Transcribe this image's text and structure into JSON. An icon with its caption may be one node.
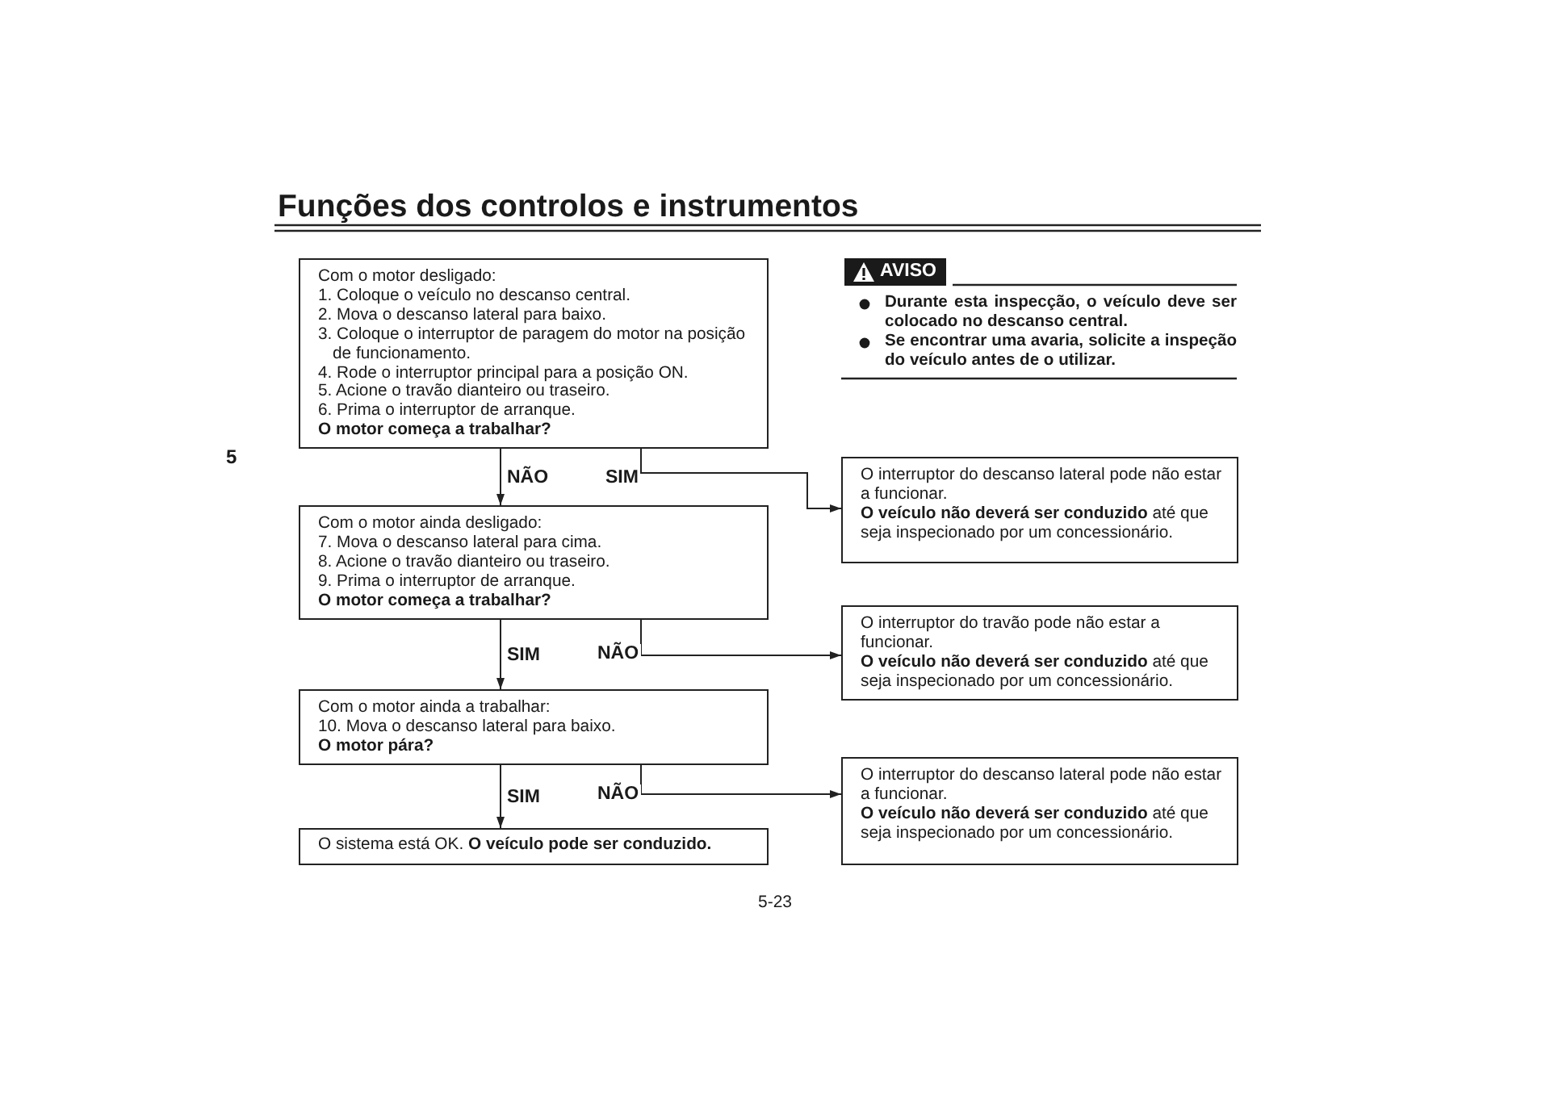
{
  "diagram": {
    "title": "Funções dos controlos e instrumentos",
    "nodes": [
      {
        "text": [
          "Com o motor desligado:",
          "1. Coloque o veículo no descanso central.",
          "2. Mova o descanso lateral para baixo.",
          "3. Coloque o interruptor de paragem do motor na posição de funcionamento.",
          "4. Rode o interruptor principal para a posição ON.",
          "5. Acione o travão dianteiro ou traseiro.",
          "6. Prima o interruptor de arranque.",
          "O motor começa a trabalhar?"
        ]
      },
      {
        "text": [
          "Com o motor ainda desligado:",
          "7. Mova o descanso lateral para cima.",
          "8. Acione o travão dianteiro ou traseiro.",
          "9. Prima o interruptor de arranque.",
          "O motor começa a trabalhar?"
        ]
      },
      {
        "text": [
          "Com o motor ainda a trabalhar:",
          "10. Mova o descanso lateral para baixo.",
          "O motor pára?"
        ]
      },
      {
        "text": [
          "O sistema está OK. **O veículo pode ser conduzido.**"
        ]
      },
      {
        "text": [
          "O interruptor do descanso lateral pode não estar a funcionar.",
          "**O veículo não deverá ser conduzido** até que seja inspecionado por um concessionário."
        ]
      },
      {
        "text": [
          "O interruptor do travão pode não estar a funcionar.",
          "**O veículo não deverá ser conduzido** até que seja inspecionado por um concessionário."
        ]
      },
      {
        "text": [
          "O interruptor do descanso lateral pode não estar a funcionar.",
          "**O veículo não deverá ser conduzido** até que seja inspecionado por um concessionário."
        ]
      }
    ],
    "edges": [
      {
        "from": 0,
        "to": 1,
        "arrow": "to",
        "label": "NÃO"
      },
      {
        "from": 0,
        "to": 4,
        "arrow": "to",
        "label": "SIM"
      },
      {
        "from": 1,
        "to": 2,
        "arrow": "to",
        "label": "SIM"
      },
      {
        "from": 1,
        "to": 5,
        "arrow": "to",
        "label": "NÃO"
      },
      {
        "from": 2,
        "to": 3,
        "arrow": "to",
        "label": "SIM"
      },
      {
        "from": 2,
        "to": 6,
        "arrow": "to",
        "label": "NÃO"
      }
    ],
    "labels": [
      "5",
      "AVISO",
      "Durante esta inspecção, o veículo deve ser colocado no descanso central.",
      "Se encontrar uma avaria, solicite a inspeção do veículo antes de o utilizar.",
      "5-23"
    ]
  }
}
